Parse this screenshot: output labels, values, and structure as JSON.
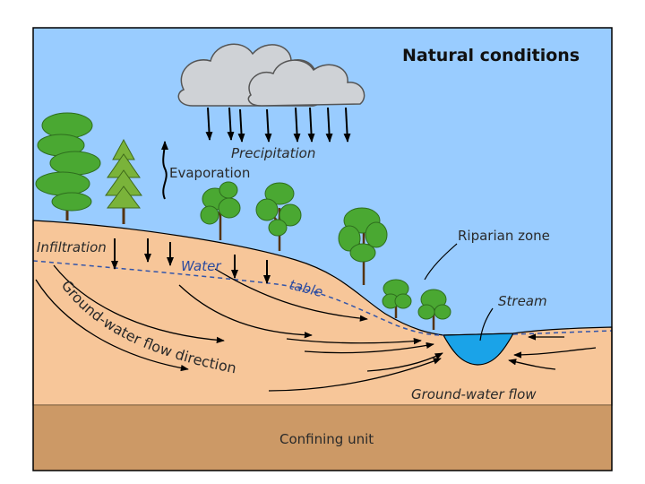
{
  "title": "Natural conditions",
  "labels": {
    "precipitation": "Precipitation",
    "evaporation": "Evaporation",
    "infiltration": "Infiltration",
    "water_table_1": "Water",
    "water_table_2": "table",
    "riparian_zone": "Riparian zone",
    "stream": "Stream",
    "flow_direction": "Ground-water flow direction",
    "groundwater_flow": "Ground-water flow",
    "confining_unit": "Confining unit"
  },
  "colors": {
    "sky": "#99ccff",
    "soil": "#f7c699",
    "confining": "#cc9966",
    "water": "#1aa3e8",
    "tree_green": "#4aa832",
    "outline": "#000000"
  },
  "icons": [
    "cloud-icon",
    "tree-icon",
    "arrow-icon"
  ]
}
